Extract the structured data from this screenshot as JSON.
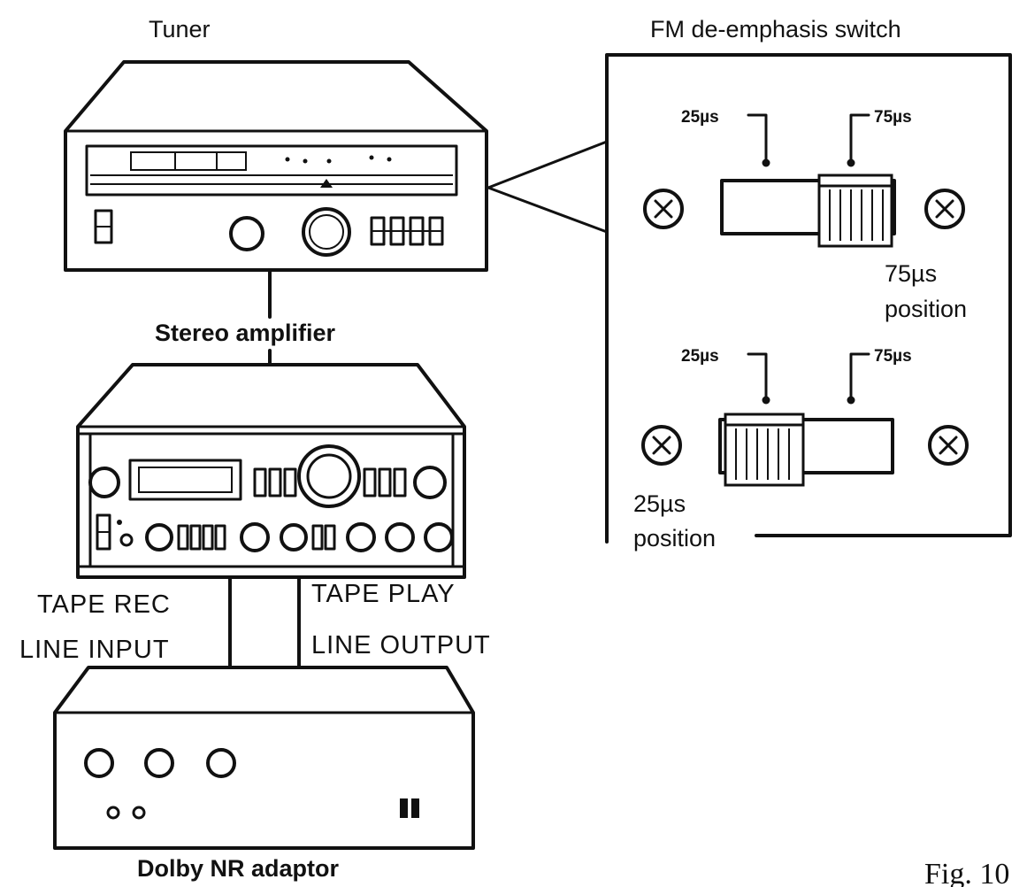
{
  "diagram": {
    "tuner_label": "Tuner",
    "amplifier_label": "Stereo amplifier",
    "dolby_label": "Dolby NR adaptor",
    "tape_rec_label": "TAPE REC",
    "line_input_label": "LINE INPUT",
    "tape_play_label": "TAPE PLAY",
    "line_output_label": "LINE OUTPUT",
    "fig_label": "Fig. 10"
  },
  "inset": {
    "title": "FM de-emphasis switch",
    "top_switch": {
      "left_tick": "25µs",
      "right_tick": "75µs",
      "position_label_1": "75µs",
      "position_label_2": "position"
    },
    "bottom_switch": {
      "left_tick": "25µs",
      "right_tick": "75µs",
      "position_label_1": "25µs",
      "position_label_2": "position"
    }
  }
}
